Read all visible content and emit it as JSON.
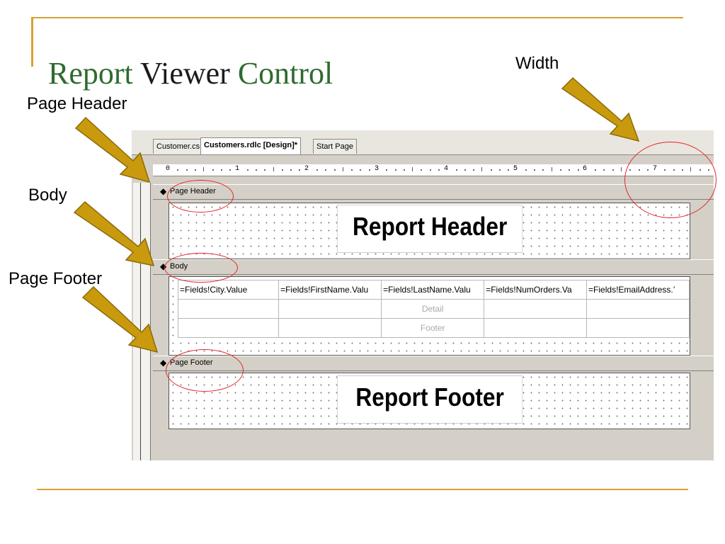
{
  "slide": {
    "title_part1": "Report",
    "title_part2": "Viewer",
    "title_part3": "Control",
    "callouts": {
      "width": "Width",
      "page_header": "Page Header",
      "body": "Body",
      "page_footer": "Page Footer"
    }
  },
  "designer": {
    "tabs": [
      {
        "label": "Customer.cs",
        "active": false
      },
      {
        "label": "Customers.rdlc [Design]*",
        "active": true
      },
      {
        "label": "Start Page",
        "active": false
      }
    ],
    "ruler_numbers": [
      "0",
      "1",
      "2",
      "3",
      "4",
      "5",
      "6",
      "7"
    ],
    "sections": {
      "page_header_label": "Page Header",
      "body_label": "Body",
      "page_footer_label": "Page Footer"
    },
    "header_textbox": "Report Header",
    "footer_textbox": "Report Footer",
    "table": {
      "columns": [
        "=Fields!City.Value",
        "=Fields!FirstName.Valu",
        "=Fields!LastName.Valu",
        "=Fields!NumOrders.Va",
        "=Fields!EmailAddress.’"
      ],
      "detail_label": "Detail",
      "footer_label": "Footer"
    }
  },
  "colors": {
    "accent_gold": "#d6a230",
    "title_green": "#2e6b2e",
    "highlight_red": "#e3262b",
    "arrow_fill": "#c99a0e"
  }
}
